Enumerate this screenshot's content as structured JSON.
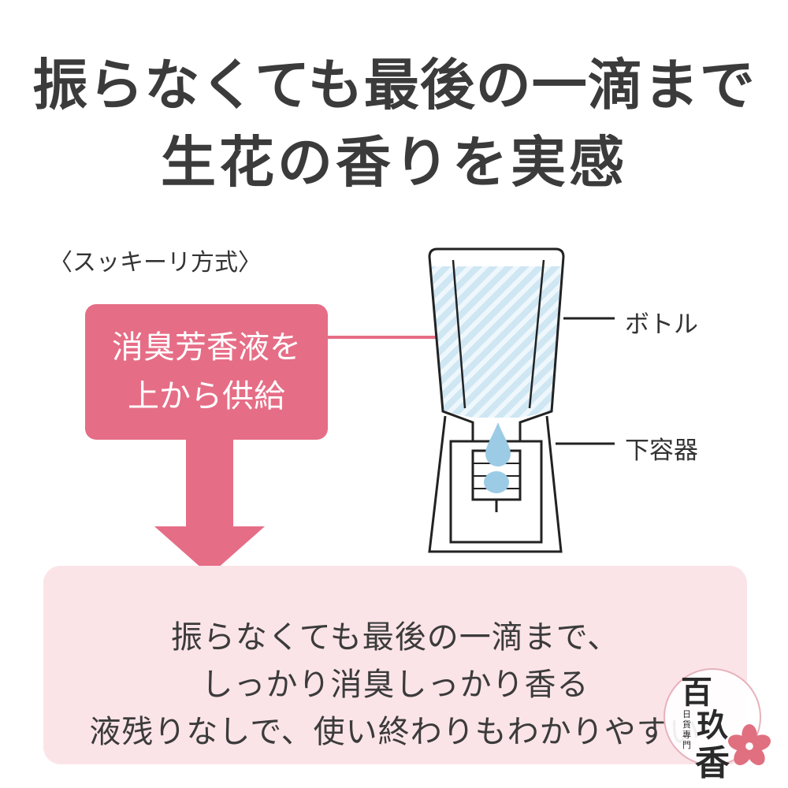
{
  "headline": {
    "line1": "振らなくても最後の一滴まで",
    "line2": "生花の香りを実感"
  },
  "method_label": "〈スッキーリ方式〉",
  "pink_box": {
    "line1": "消臭芳香液を",
    "line2": "上から供給"
  },
  "diagram": {
    "bottle_label": "ボトル",
    "lower_container_label": "下容器"
  },
  "bottom_box": {
    "line1": "振らなくても最後の一滴まで、",
    "line2": "しっかり消臭しっかり香る",
    "line3": "液残りなしで、使い終わりもわかりやすい"
  },
  "logo": {
    "char1": "百",
    "char2": "玖",
    "char3": "香",
    "small_text": "日貨專門",
    "icon": "sakura-icon"
  },
  "colors": {
    "pink": "#e66d86",
    "light_pink": "#fbe4e8",
    "liquid_blue": "#9ccbe6"
  }
}
